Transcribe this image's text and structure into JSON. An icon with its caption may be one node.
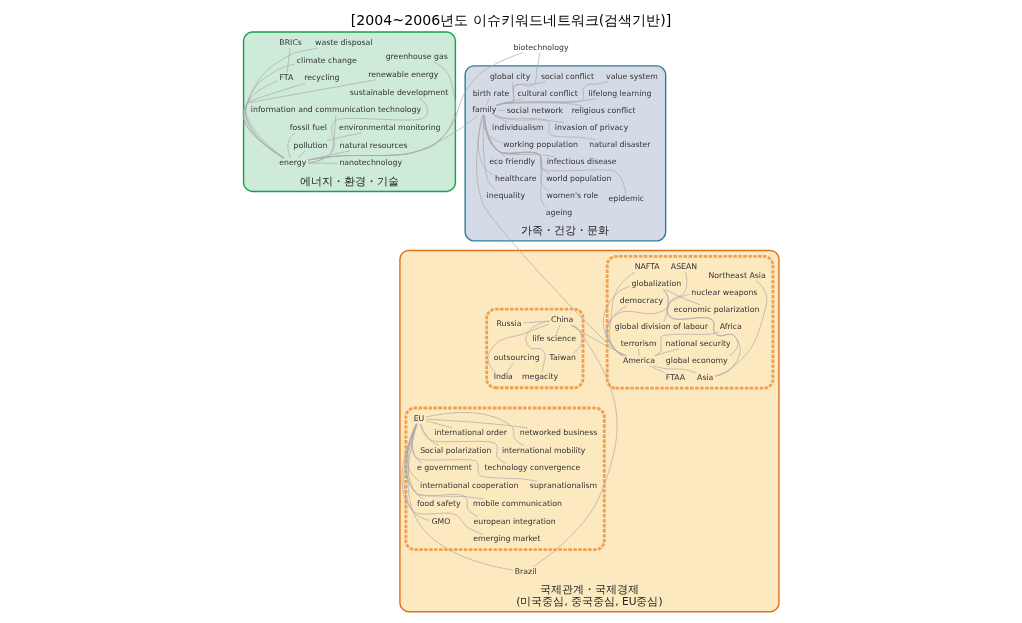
{
  "diagram": {
    "title": "[2004~2006년도 이슈키워드네트워크(검색기반)]",
    "nodes": [
      {
        "text": [
          "에너지・환경・기술"
        ]
      },
      {
        "text": [
          "가족・건강・문화"
        ]
      },
      {
        "text": [
          "국제관계・국제경제",
          "(미국중심, 중국중심, EU중심)"
        ]
      },
      {
        "text": [],
        "shape": "cloud",
        "in": 2
      },
      {
        "text": [],
        "shape": "cloud",
        "in": 2
      },
      {
        "text": [],
        "shape": "cloud",
        "in": 2
      },
      {
        "text": [
          "climate change"
        ],
        "in": 0
      },
      {
        "text": [
          "sustainable development"
        ],
        "in": 0
      },
      {
        "text": [
          "waste disposal"
        ],
        "in": 0
      },
      {
        "text": [
          "BRICs"
        ],
        "in": 0
      },
      {
        "text": [
          "FTA"
        ],
        "in": 0
      },
      {
        "text": [
          "information and communication technology"
        ],
        "in": 0
      },
      {
        "text": [
          "renewable energy"
        ],
        "in": 0
      },
      {
        "text": [
          "recycling"
        ],
        "in": 0
      },
      {
        "text": [
          "energy"
        ],
        "in": 0
      },
      {
        "text": [
          "natural resources"
        ],
        "in": 0
      },
      {
        "text": [
          "pollution"
        ],
        "in": 0
      },
      {
        "text": [
          "fossil fuel"
        ],
        "in": 0
      },
      {
        "text": [
          "environmental monitoring"
        ],
        "in": 0
      },
      {
        "text": [
          "greenhouse gas"
        ],
        "in": 0
      },
      {
        "text": [
          "nanotechnology"
        ],
        "in": 0
      },
      {
        "text": [
          "biotechnology"
        ]
      },
      {
        "text": [
          "religious conflict"
        ],
        "in": 1
      },
      {
        "text": [
          "social network"
        ],
        "in": 1
      },
      {
        "text": [
          "lifelong learning"
        ],
        "in": 1
      },
      {
        "text": [
          "value system"
        ],
        "in": 1
      },
      {
        "text": [
          "infectious disease"
        ],
        "in": 1
      },
      {
        "text": [
          "natural disaster"
        ],
        "in": 1
      },
      {
        "text": [
          "healthcare"
        ],
        "in": 1
      },
      {
        "text": [
          "women's role"
        ],
        "in": 1
      },
      {
        "text": [
          "inequality"
        ],
        "in": 1
      },
      {
        "text": [
          "family"
        ],
        "in": 1
      },
      {
        "text": [
          "working population"
        ],
        "in": 1
      },
      {
        "text": [
          "global city"
        ],
        "in": 1
      },
      {
        "text": [
          "cultural conflict"
        ],
        "in": 1
      },
      {
        "text": [
          "invasion of privacy"
        ],
        "in": 1
      },
      {
        "text": [
          "individualism"
        ],
        "in": 1
      },
      {
        "text": [
          "epidemic"
        ],
        "in": 1
      },
      {
        "text": [
          "eco friendly"
        ],
        "in": 1
      },
      {
        "text": [
          "world population"
        ],
        "in": 1
      },
      {
        "text": [
          "ageing"
        ],
        "in": 1
      },
      {
        "text": [
          "social conflict"
        ],
        "in": 1
      },
      {
        "text": [
          "birth rate"
        ],
        "in": 1
      },
      {
        "text": [
          "international mobility"
        ],
        "in": 3
      },
      {
        "text": [
          "mobile communication"
        ],
        "in": 3
      },
      {
        "text": [
          "networked business"
        ],
        "in": 3
      },
      {
        "text": [
          "international cooperation"
        ],
        "in": 3
      },
      {
        "text": [
          "supranationalism"
        ],
        "in": 3
      },
      {
        "text": [
          "GMO"
        ],
        "in": 3
      },
      {
        "text": [
          "emerging market"
        ],
        "in": 3
      },
      {
        "text": [
          "EU"
        ],
        "in": 3
      },
      {
        "text": [
          "technology convergence"
        ],
        "in": 3
      },
      {
        "text": [
          "international order"
        ],
        "in": 3
      },
      {
        "text": [
          "food safety"
        ],
        "in": 3
      },
      {
        "text": [
          "Social polarization"
        ],
        "in": 3
      },
      {
        "text": [
          "european integration"
        ],
        "in": 3
      },
      {
        "text": [
          "e government"
        ],
        "in": 3
      },
      {
        "text": [
          "outsourcing"
        ],
        "in": 4
      },
      {
        "text": [
          "India"
        ],
        "in": 4
      },
      {
        "text": [
          "life science"
        ],
        "in": 4
      },
      {
        "text": [
          "megacity"
        ],
        "in": 4
      },
      {
        "text": [
          "China"
        ],
        "in": 4
      },
      {
        "text": [
          "Taiwan"
        ],
        "in": 4
      },
      {
        "text": [
          "Russia"
        ],
        "in": 4
      },
      {
        "text": [
          "Brazil"
        ],
        "in": 2
      },
      {
        "text": [
          "nuclear weapons"
        ],
        "in": 5
      },
      {
        "text": [
          "terrorism"
        ],
        "in": 5
      },
      {
        "text": [
          "national security"
        ],
        "in": 5
      },
      {
        "text": [
          "Africa"
        ],
        "in": 5
      },
      {
        "text": [
          "America"
        ],
        "in": 5
      },
      {
        "text": [
          "FTAA"
        ],
        "in": 5
      },
      {
        "text": [
          "Asia"
        ],
        "in": 5
      },
      {
        "text": [
          "NAFTA"
        ],
        "in": 5
      },
      {
        "text": [
          "Northeast Asia"
        ],
        "in": 5
      },
      {
        "text": [
          "ASEAN"
        ],
        "in": 5
      },
      {
        "text": [
          "democracy"
        ],
        "in": 5
      },
      {
        "text": [
          "globalization"
        ],
        "in": 5
      },
      {
        "text": [
          "economic polarization"
        ],
        "in": 5
      },
      {
        "text": [
          "global economy"
        ],
        "in": 5
      },
      {
        "text": [
          "global division of labour"
        ],
        "in": 5
      }
    ],
    "edges": [
      {
        "from": 14,
        "to": 6,
        "arrow": "none"
      },
      {
        "from": 14,
        "to": 7,
        "arrow": "none"
      },
      {
        "from": 14,
        "to": 8,
        "arrow": "none"
      },
      {
        "from": 14,
        "to": 11,
        "arrow": "none"
      },
      {
        "from": 14,
        "to": 12,
        "arrow": "none"
      },
      {
        "from": 14,
        "to": 13,
        "arrow": "none"
      },
      {
        "from": 14,
        "to": 15,
        "arrow": "none"
      },
      {
        "from": 14,
        "to": 16,
        "arrow": "none"
      },
      {
        "from": 14,
        "to": 17,
        "arrow": "none"
      },
      {
        "from": 14,
        "to": 19,
        "arrow": "none"
      },
      {
        "from": 14,
        "to": 20,
        "arrow": "none"
      },
      {
        "from": 14,
        "to": 10,
        "arrow": "none"
      },
      {
        "from": 10,
        "to": 9,
        "arrow": "none"
      },
      {
        "from": 16,
        "to": 18,
        "arrow": "none"
      },
      {
        "from": 14,
        "to": 21,
        "arrow": "none"
      },
      {
        "from": 14,
        "to": 31,
        "arrow": "none"
      },
      {
        "from": 31,
        "to": 22,
        "arrow": "none"
      },
      {
        "from": 31,
        "to": 23,
        "arrow": "none"
      },
      {
        "from": 31,
        "to": 24,
        "arrow": "none"
      },
      {
        "from": 31,
        "to": 25,
        "arrow": "none"
      },
      {
        "from": 31,
        "to": 26,
        "arrow": "none"
      },
      {
        "from": 31,
        "to": 27,
        "arrow": "none"
      },
      {
        "from": 31,
        "to": 28,
        "arrow": "none"
      },
      {
        "from": 31,
        "to": 29,
        "arrow": "none"
      },
      {
        "from": 31,
        "to": 21,
        "arrow": "none"
      },
      {
        "from": 31,
        "to": 30,
        "arrow": "none"
      },
      {
        "from": 31,
        "to": 32,
        "arrow": "none"
      },
      {
        "from": 31,
        "to": 33,
        "arrow": "none"
      },
      {
        "from": 31,
        "to": 34,
        "arrow": "none"
      },
      {
        "from": 31,
        "to": 35,
        "arrow": "none"
      },
      {
        "from": 31,
        "to": 36,
        "arrow": "none"
      },
      {
        "from": 31,
        "to": 37,
        "arrow": "none"
      },
      {
        "from": 31,
        "to": 38,
        "arrow": "none"
      },
      {
        "from": 31,
        "to": 39,
        "arrow": "none"
      },
      {
        "from": 31,
        "to": 40,
        "arrow": "none"
      },
      {
        "from": 31,
        "to": 41,
        "arrow": "none"
      },
      {
        "from": 31,
        "to": 42,
        "arrow": "none"
      },
      {
        "from": 31,
        "to": 69,
        "arrow": "none"
      },
      {
        "from": 69,
        "to": 65,
        "arrow": "none"
      },
      {
        "from": 69,
        "to": 66,
        "arrow": "none"
      },
      {
        "from": 69,
        "to": 67,
        "arrow": "none"
      },
      {
        "from": 69,
        "to": 68,
        "arrow": "none"
      },
      {
        "from": 69,
        "to": 70,
        "arrow": "none"
      },
      {
        "from": 69,
        "to": 71,
        "arrow": "none"
      },
      {
        "from": 69,
        "to": 72,
        "arrow": "none"
      },
      {
        "from": 69,
        "to": 75,
        "arrow": "none"
      },
      {
        "from": 69,
        "to": 76,
        "arrow": "none"
      },
      {
        "from": 69,
        "to": 61,
        "arrow": "none"
      },
      {
        "from": 71,
        "to": 73,
        "arrow": "none"
      },
      {
        "from": 71,
        "to": 74,
        "arrow": "none"
      },
      {
        "from": 76,
        "to": 77,
        "arrow": "none"
      },
      {
        "from": 76,
        "to": 78,
        "arrow": "none"
      },
      {
        "from": 76,
        "to": 79,
        "arrow": "none"
      },
      {
        "from": 61,
        "to": 58,
        "arrow": "none"
      },
      {
        "from": 58,
        "to": 57,
        "arrow": "none"
      },
      {
        "from": 61,
        "to": 59,
        "arrow": "none"
      },
      {
        "from": 61,
        "to": 60,
        "arrow": "none"
      },
      {
        "from": 61,
        "to": 62,
        "arrow": "none"
      },
      {
        "from": 61,
        "to": 63,
        "arrow": "none"
      },
      {
        "from": 61,
        "to": 64,
        "arrow": "none"
      },
      {
        "from": 50,
        "to": 64,
        "arrow": "none"
      },
      {
        "from": 50,
        "to": 43,
        "arrow": "none"
      },
      {
        "from": 50,
        "to": 44,
        "arrow": "none"
      },
      {
        "from": 50,
        "to": 45,
        "arrow": "none"
      },
      {
        "from": 50,
        "to": 46,
        "arrow": "none"
      },
      {
        "from": 50,
        "to": 47,
        "arrow": "none"
      },
      {
        "from": 50,
        "to": 48,
        "arrow": "none"
      },
      {
        "from": 50,
        "to": 49,
        "arrow": "none"
      },
      {
        "from": 50,
        "to": 51,
        "arrow": "none"
      },
      {
        "from": 50,
        "to": 52,
        "arrow": "none"
      },
      {
        "from": 50,
        "to": 53,
        "arrow": "none"
      },
      {
        "from": 50,
        "to": 54,
        "arrow": "none"
      },
      {
        "from": 50,
        "to": 55,
        "arrow": "none"
      },
      {
        "from": 50,
        "to": 56,
        "arrow": "none"
      }
    ]
  }
}
